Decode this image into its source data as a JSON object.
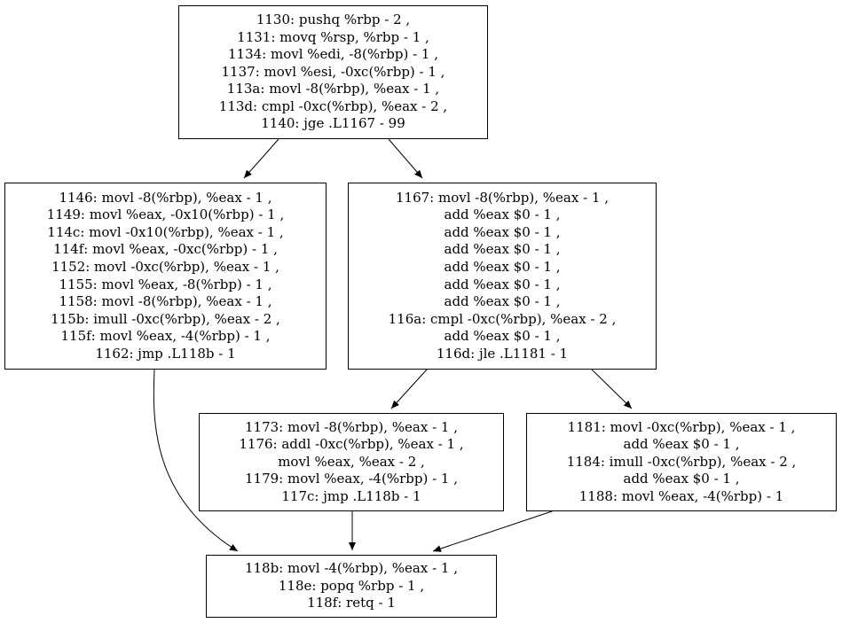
{
  "nodes": [
    {
      "id": "1130",
      "lines": [
        "1130: pushq %rbp - 2 ,",
        "1131: movq %rsp, %rbp - 1 ,",
        "1134: movl %edi, -8(%rbp) - 1 ,",
        "1137: movl %esi, -0xc(%rbp) - 1 ,",
        "113a: movl -8(%rbp), %eax - 1 ,",
        "113d: cmpl -0xc(%rbp), %eax - 2 ,",
        "1140: jge .L1167 - 99"
      ]
    },
    {
      "id": "1146",
      "lines": [
        "1146: movl -8(%rbp), %eax - 1 ,",
        "1149: movl %eax, -0x10(%rbp) - 1 ,",
        "114c: movl -0x10(%rbp), %eax - 1 ,",
        "114f: movl %eax, -0xc(%rbp) - 1 ,",
        "1152: movl -0xc(%rbp), %eax - 1 ,",
        "1155: movl %eax, -8(%rbp) - 1 ,",
        "1158: movl -8(%rbp), %eax - 1 ,",
        "115b: imull -0xc(%rbp), %eax - 2 ,",
        "115f: movl %eax, -4(%rbp) - 1 ,",
        "1162: jmp .L118b - 1"
      ]
    },
    {
      "id": "1167",
      "lines": [
        "1167: movl -8(%rbp), %eax - 1 ,",
        "add %eax $0 - 1 ,",
        "add %eax $0 - 1 ,",
        "add %eax $0 - 1 ,",
        "add %eax $0 - 1 ,",
        "add %eax $0 - 1 ,",
        "add %eax $0 - 1 ,",
        "116a: cmpl -0xc(%rbp), %eax - 2 ,",
        "add %eax $0 - 1 ,",
        "116d: jle .L1181 - 1"
      ]
    },
    {
      "id": "1173",
      "lines": [
        "1173: movl -8(%rbp), %eax - 1 ,",
        "1176: addl -0xc(%rbp), %eax - 1 ,",
        "movl %eax, %eax - 2 ,",
        "1179: movl %eax, -4(%rbp) - 1 ,",
        "117c: jmp .L118b - 1"
      ]
    },
    {
      "id": "1181",
      "lines": [
        "1181: movl -0xc(%rbp), %eax - 1 ,",
        "add %eax $0 - 1 ,",
        "1184: imull -0xc(%rbp), %eax - 2 ,",
        "add %eax $0 - 1 ,",
        "1188: movl %eax, -4(%rbp) - 1"
      ]
    },
    {
      "id": "118b",
      "lines": [
        "118b: movl -4(%rbp), %eax - 1 ,",
        "118e: popq %rbp - 1 ,",
        "118f: retq - 1"
      ]
    }
  ],
  "edges": [
    {
      "from": "1130",
      "to": "1146"
    },
    {
      "from": "1130",
      "to": "1167"
    },
    {
      "from": "1146",
      "to": "118b"
    },
    {
      "from": "1167",
      "to": "1173"
    },
    {
      "from": "1167",
      "to": "1181"
    },
    {
      "from": "1173",
      "to": "118b"
    },
    {
      "from": "1181",
      "to": "118b"
    }
  ],
  "colors": {
    "stroke": "#000000",
    "background": "#ffffff",
    "text": "#000000"
  }
}
